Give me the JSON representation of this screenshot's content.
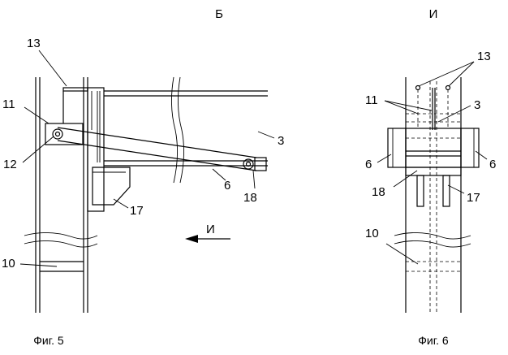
{
  "view_labels": {
    "fig5_view": "Б",
    "fig6_view": "И"
  },
  "captions": {
    "fig5": "Фиг. 5",
    "fig6": "Фиг. 6"
  },
  "arrow_label": "И",
  "fig5_labels": {
    "l13": "13",
    "l11": "11",
    "l12": "12",
    "l10": "10",
    "l3": "3",
    "l6": "6",
    "l18": "18",
    "l17": "17"
  },
  "fig6_labels": {
    "l13": "13",
    "l11": "11",
    "l3": "3",
    "l6a": "6",
    "l6b": "6",
    "l18": "18",
    "l17": "17",
    "l10": "10"
  }
}
